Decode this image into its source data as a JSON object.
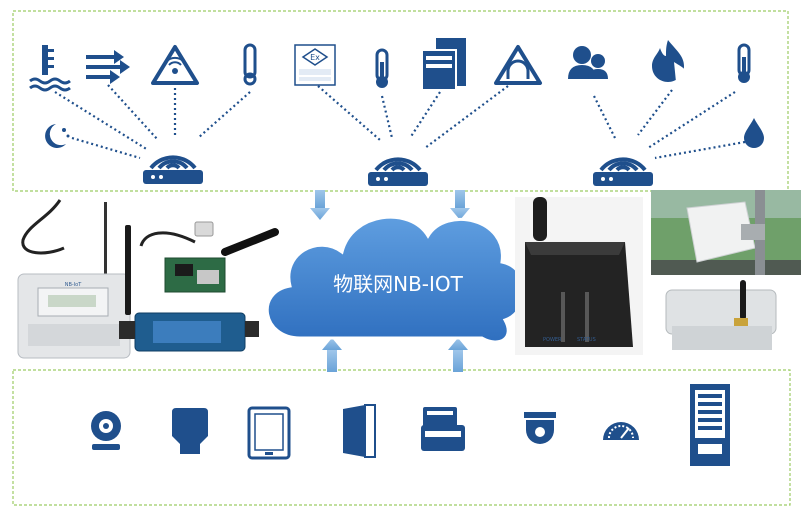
{
  "cloud": {
    "label": "物联网NB-IOT"
  },
  "colors": {
    "icon": "#1f4f8c",
    "dots": "#1f4f8c",
    "cloud": "#3c7fcd",
    "arrow": "#7fb0de",
    "frame": "#9ccc65"
  },
  "top_icons": [
    "water-level-icon",
    "wind-icon",
    "radiation-warning-icon",
    "thermometer-icon",
    "night-icon",
    "ex-explosion-proof-icon",
    "thermometer-icon",
    "server-cabinet-icon",
    "tunnel-warning-icon",
    "people-icon",
    "fire-icon",
    "thermometer-icon",
    "water-drop-icon"
  ],
  "bottom_icons": [
    "webcam-icon",
    "smart-lock-icon",
    "tablet-icon",
    "door-icon",
    "card-payment-icon",
    "dome-camera-icon",
    "gauge-icon",
    "vending-machine-icon"
  ],
  "device_tiny_text": {
    "left_device": "NB-IoT",
    "router": "POWER",
    "router2": "STATUS"
  }
}
